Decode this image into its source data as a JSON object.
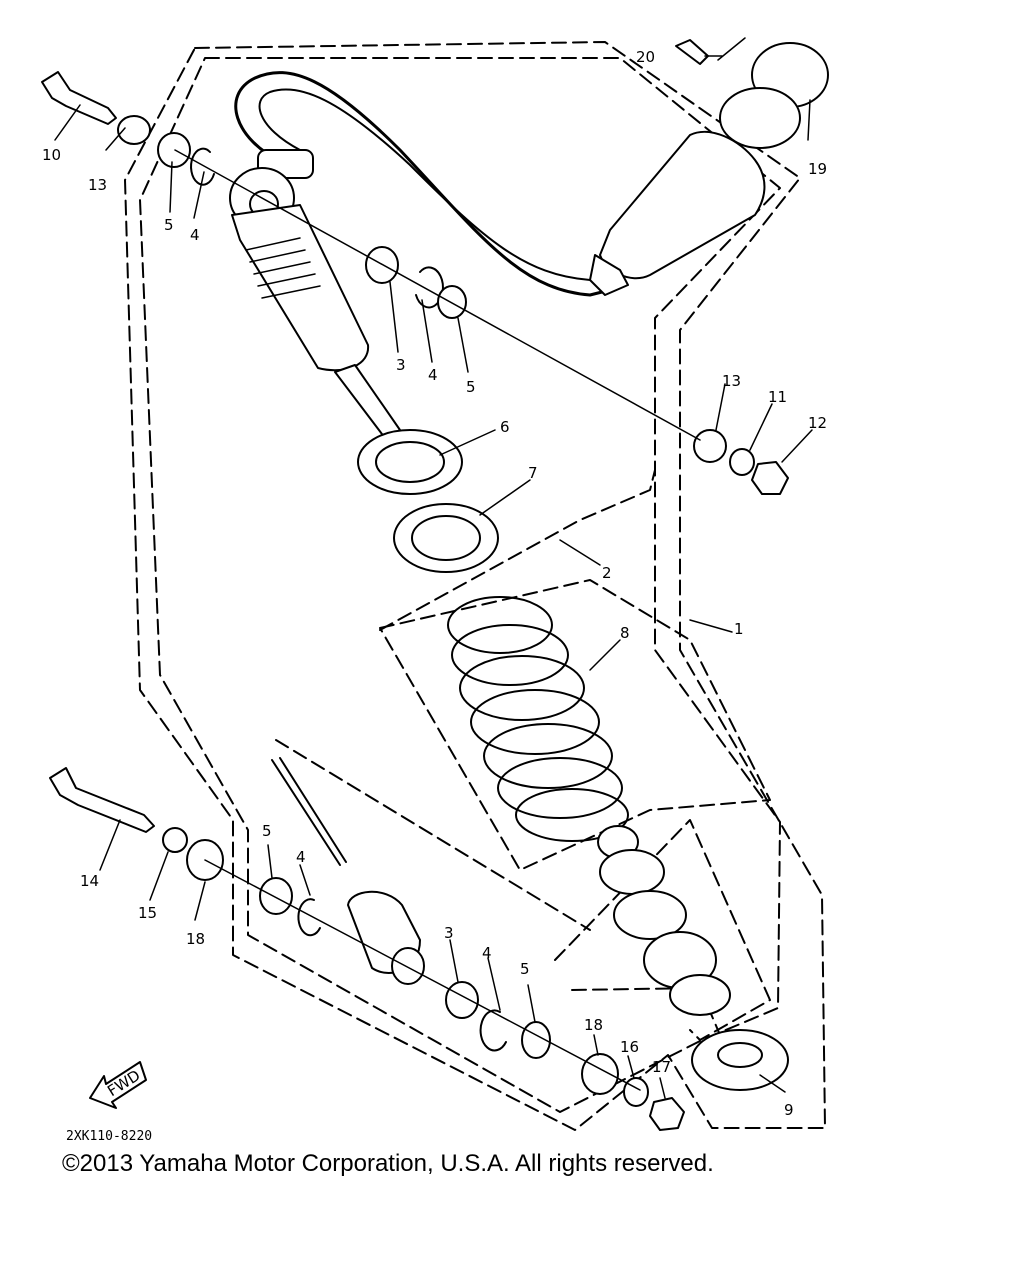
{
  "diagram": {
    "code": "2XK110-8220",
    "fwd_label": "FWD",
    "callouts": {
      "n1": "1",
      "n2": "2",
      "n3a": "3",
      "n3b": "3",
      "n4a": "4",
      "n4b": "4",
      "n4c": "4",
      "n4d": "4",
      "n5a": "5",
      "n5b": "5",
      "n5c": "5",
      "n5d": "5",
      "n6": "6",
      "n7": "7",
      "n8": "8",
      "n9": "9",
      "n10": "10",
      "n11": "11",
      "n12": "12",
      "n13a": "13",
      "n13b": "13",
      "n14": "14",
      "n15": "15",
      "n16": "16",
      "n17": "17",
      "n18a": "18",
      "n18b": "18",
      "n19": "19",
      "n20": "20"
    }
  },
  "footer": {
    "copyright": "©2013 Yamaha Motor Corporation, U.S.A. All rights reserved."
  }
}
